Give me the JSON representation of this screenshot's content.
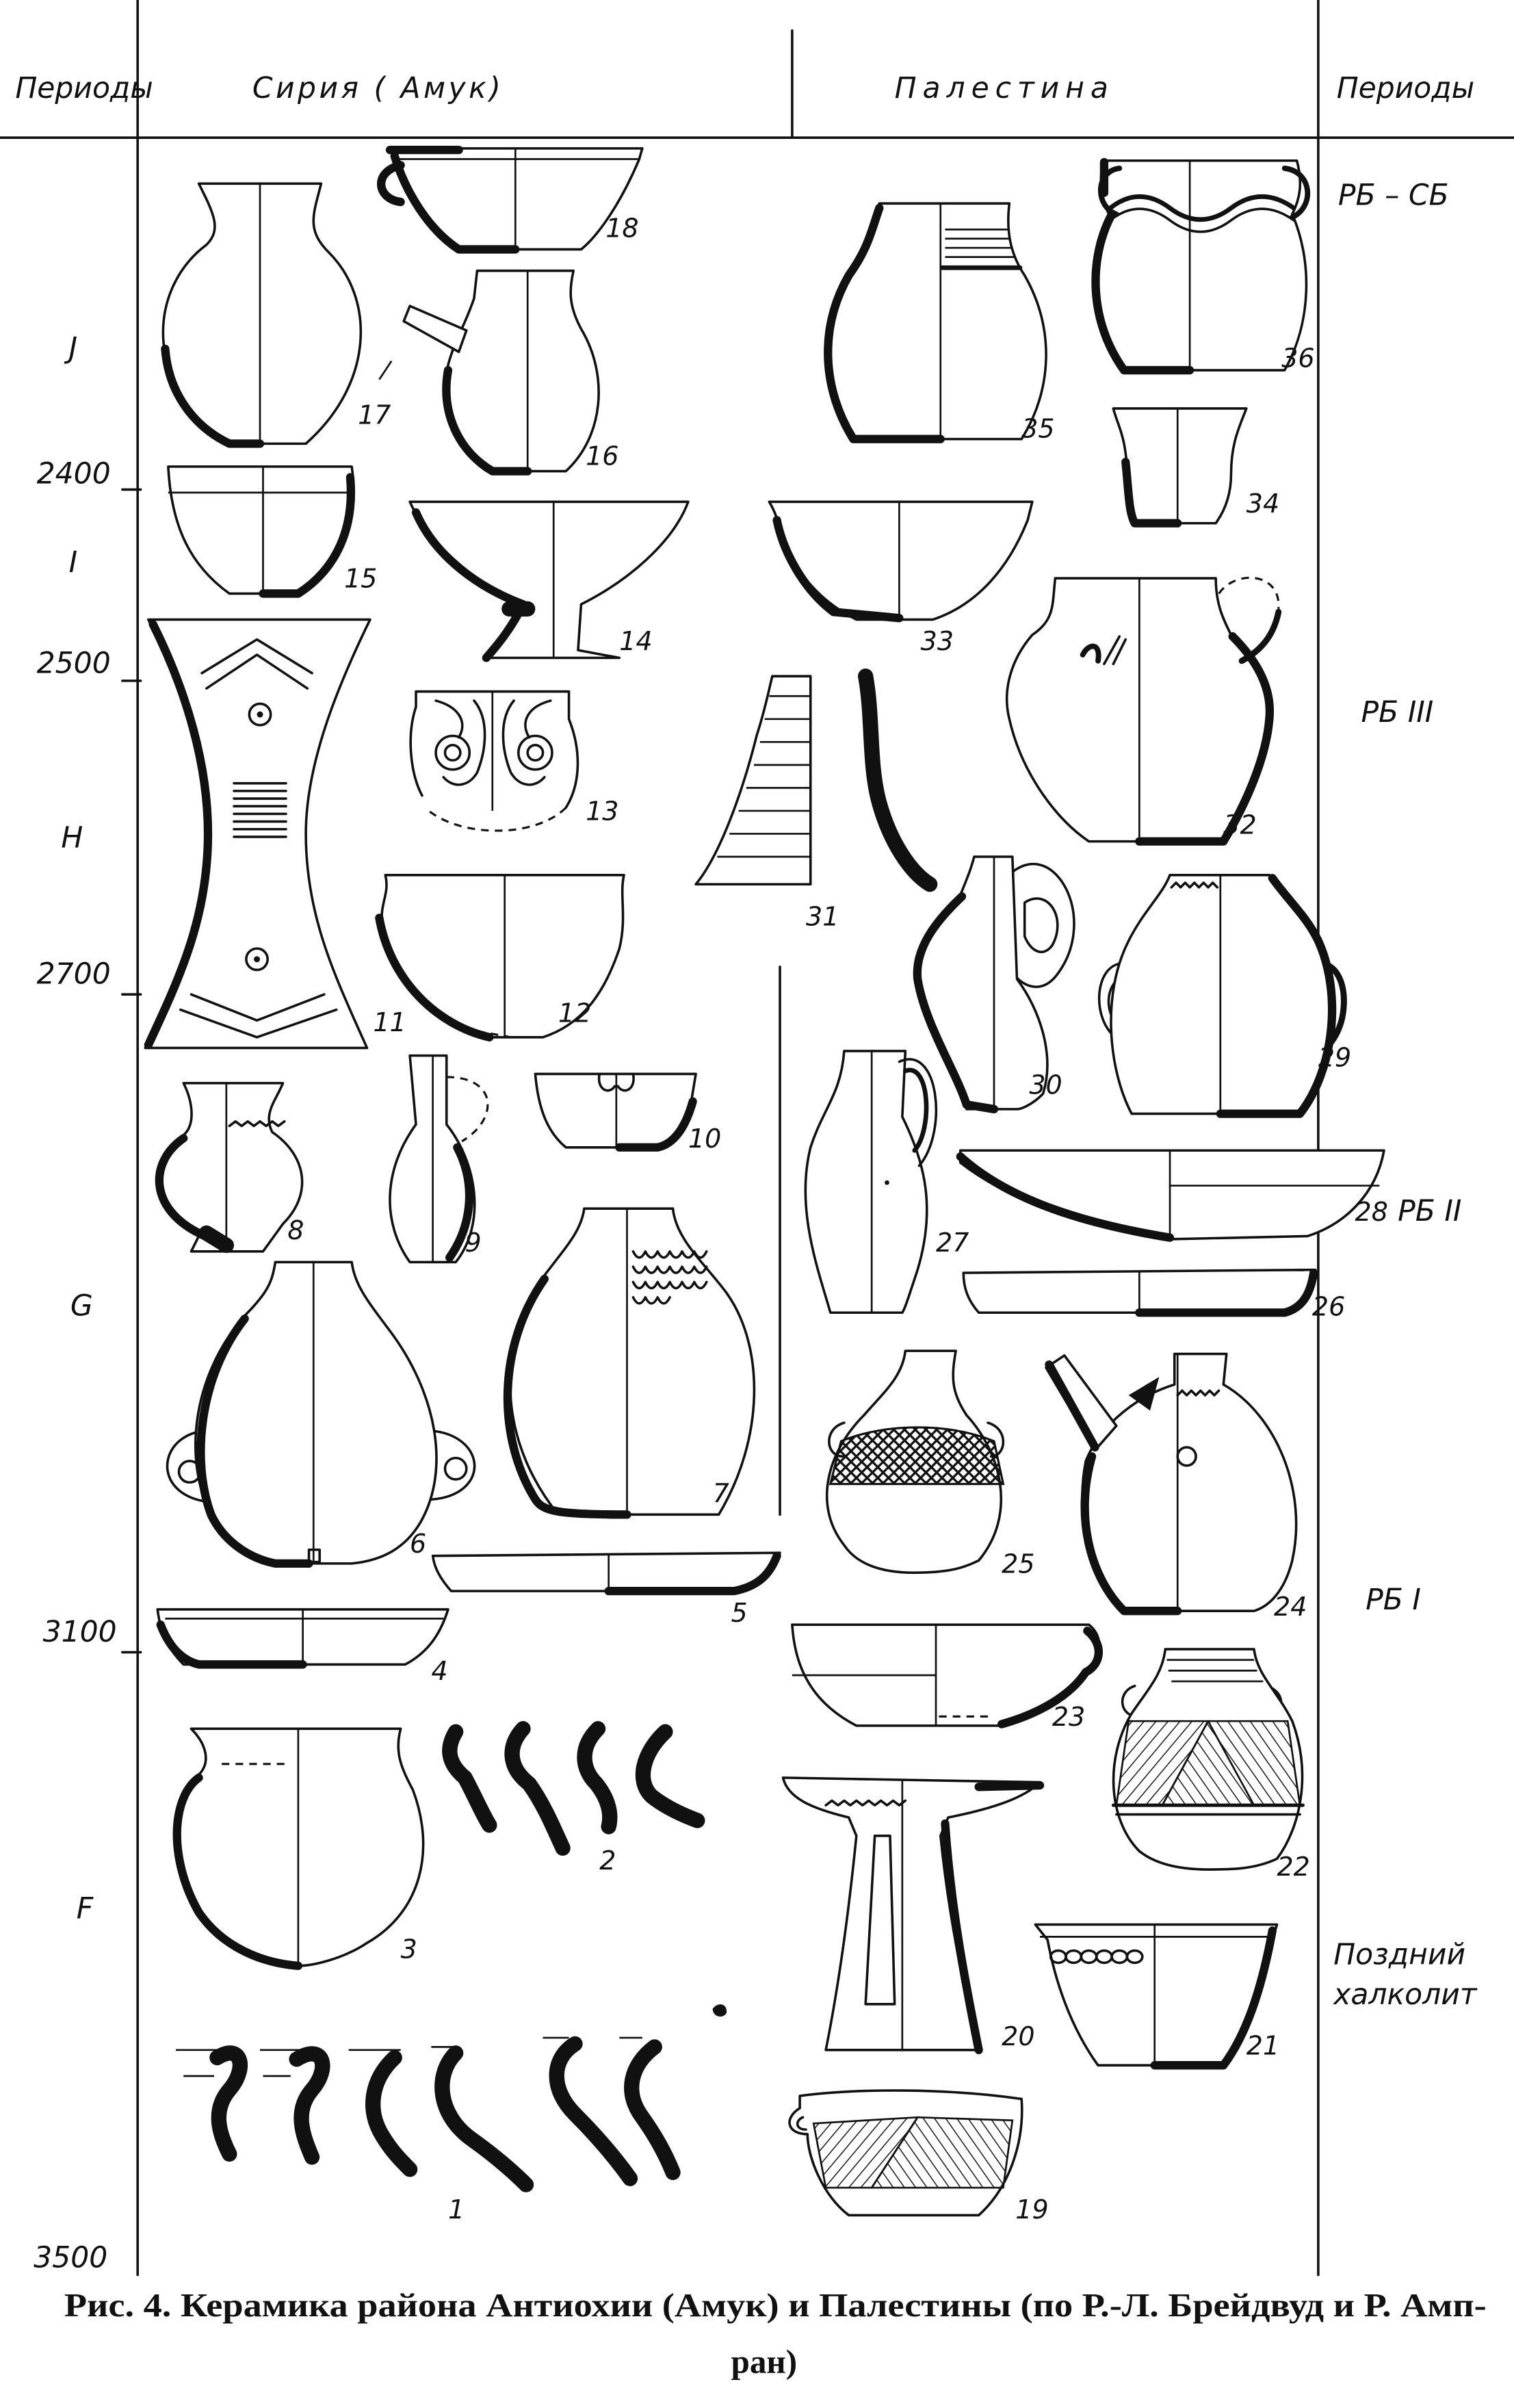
{
  "header": {
    "periods_left": "Периоды",
    "syria": "Сирия ( Амук)",
    "palestine": "Палестина",
    "periods_right": "Периоды"
  },
  "periods_left": [
    "J",
    "2400",
    "I",
    "2500",
    "H",
    "2700",
    "G",
    "3100",
    "F",
    "3500"
  ],
  "periods_right": {
    "eb_mb": "РБ – СБ",
    "eb_3": "РБ III",
    "eb_2": "РБ II",
    "eb_1": "РБ I",
    "late_chalcolithic": [
      "Поздний",
      "халколит"
    ]
  },
  "vessel_numbers": [
    "1",
    "2",
    "3",
    "4",
    "5",
    "6",
    "7",
    "8",
    "9",
    "10",
    "11",
    "12",
    "13",
    "14",
    "15",
    "16",
    "17",
    "18",
    "19",
    "20",
    "21",
    "22",
    "23",
    "24",
    "25",
    "26",
    "27",
    "28",
    "29",
    "30",
    "31",
    "32",
    "33",
    "34",
    "35",
    "36"
  ],
  "caption": {
    "line1": "Рис. 4. Керамика района Антиохии (Амук) и Палестины (по Р.-Л. Брейдвуд и Р. Амп-",
    "line2": "ран)"
  }
}
